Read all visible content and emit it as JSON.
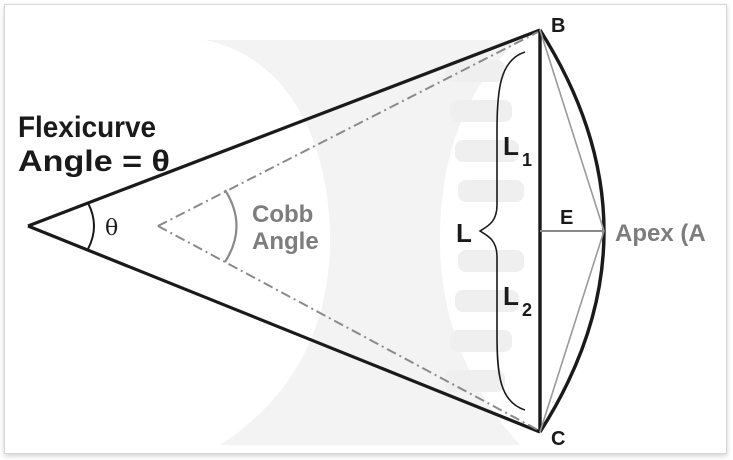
{
  "diagram": {
    "flexicurve_label_line1": "Flexicurve",
    "flexicurve_label_line2": "Angle = θ",
    "theta_symbol": "θ",
    "cobb_label_line1": "Cobb",
    "cobb_label_line2": "Angle",
    "point_b": "B",
    "point_c": "C",
    "apex_label": "Apex (A",
    "chord_length": "L",
    "upper_segment_base": "L",
    "upper_segment_sub": "1",
    "lower_segment_base": "L",
    "lower_segment_sub": "2",
    "arc_depth": "E"
  },
  "colors": {
    "line_dark": "#1a1a1a",
    "line_gray": "#8a8a8a",
    "text_gray": "#7d7d7d",
    "spine_shadow": "#ececec"
  }
}
